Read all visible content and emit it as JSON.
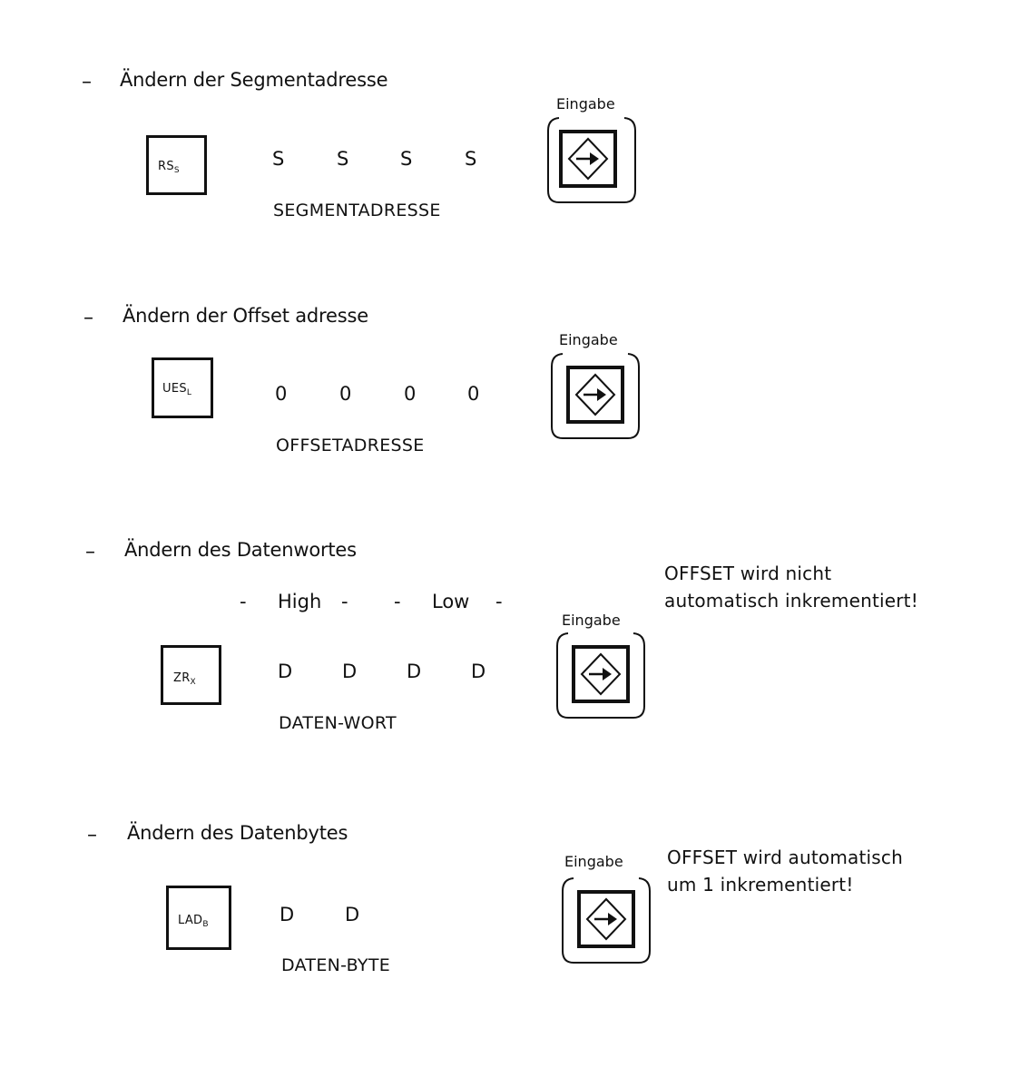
{
  "sections": [
    {
      "dash": "–",
      "heading": "Ändern der Segmentadresse",
      "key": {
        "main": "RS",
        "sub": "S"
      },
      "chars": [
        "S",
        "S",
        "S",
        "S"
      ],
      "caption": "SEGMENTADRESSE",
      "enter": {
        "label": "Eingabe",
        "icon": "enter-key-icon"
      }
    },
    {
      "dash": "–",
      "heading": "Ändern der Offset adresse",
      "key": {
        "main": "UES",
        "sub": "L"
      },
      "chars": [
        "0",
        "0",
        "0",
        "0"
      ],
      "caption": "OFFSETADRESSE",
      "enter": {
        "label": "Eingabe",
        "icon": "enter-key-icon"
      }
    },
    {
      "dash": "–",
      "heading": "Ändern des Datenwortes",
      "key": {
        "main": "ZR",
        "sub": "X"
      },
      "high_low": [
        "-",
        "High",
        "-",
        "-",
        "Low",
        "-"
      ],
      "chars": [
        "D",
        "D",
        "D",
        "D"
      ],
      "caption": "DATEN-WORT",
      "enter": {
        "label": "Eingabe",
        "icon": "enter-key-icon"
      },
      "note": [
        "OFFSET wird nicht",
        "automatisch inkrementiert!"
      ]
    },
    {
      "dash": "–",
      "heading": "Ändern des Datenbytes",
      "key": {
        "main": "LAD",
        "sub": "B"
      },
      "chars": [
        "D",
        "D"
      ],
      "caption": "DATEN-BYTE",
      "enter": {
        "label": "Eingabe",
        "icon": "enter-key-icon"
      },
      "note": [
        "OFFSET wird automatisch",
        "um 1 inkrementiert!"
      ]
    }
  ]
}
